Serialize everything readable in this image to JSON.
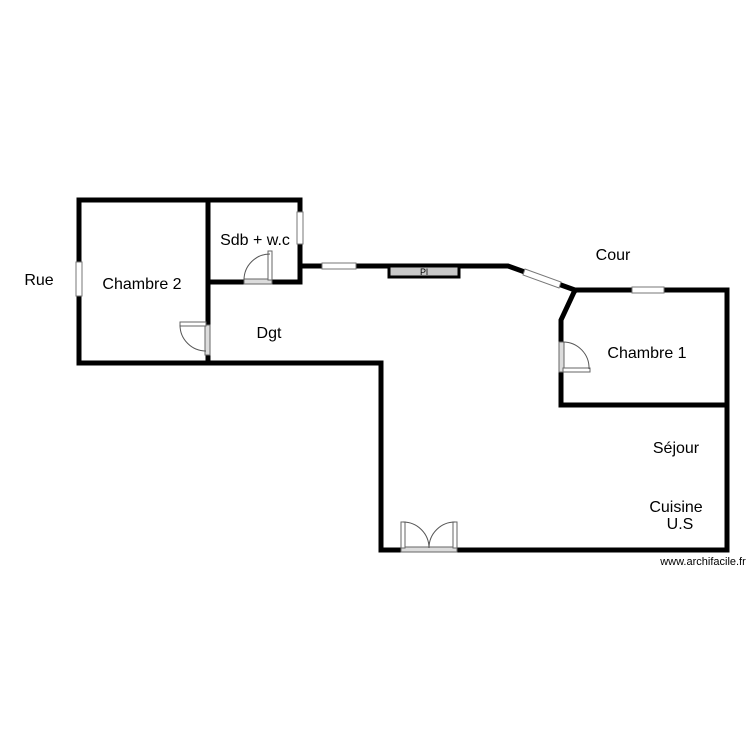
{
  "rooms": {
    "chambre2": "Chambre 2",
    "sdb": "Sdb + w.c",
    "dgt": "Dgt",
    "chambre1": "Chambre 1",
    "sejour": "Séjour",
    "cuisine": "Cuisine",
    "us": "U.S"
  },
  "outside": {
    "rue": "Rue",
    "cour": "Cour"
  },
  "fixtures": {
    "placard": "Pl"
  },
  "credit": "www.archifacile.fr",
  "colors": {
    "wall": "#000000",
    "background": "#ffffff",
    "placard_fill": "#c8c8c8"
  }
}
